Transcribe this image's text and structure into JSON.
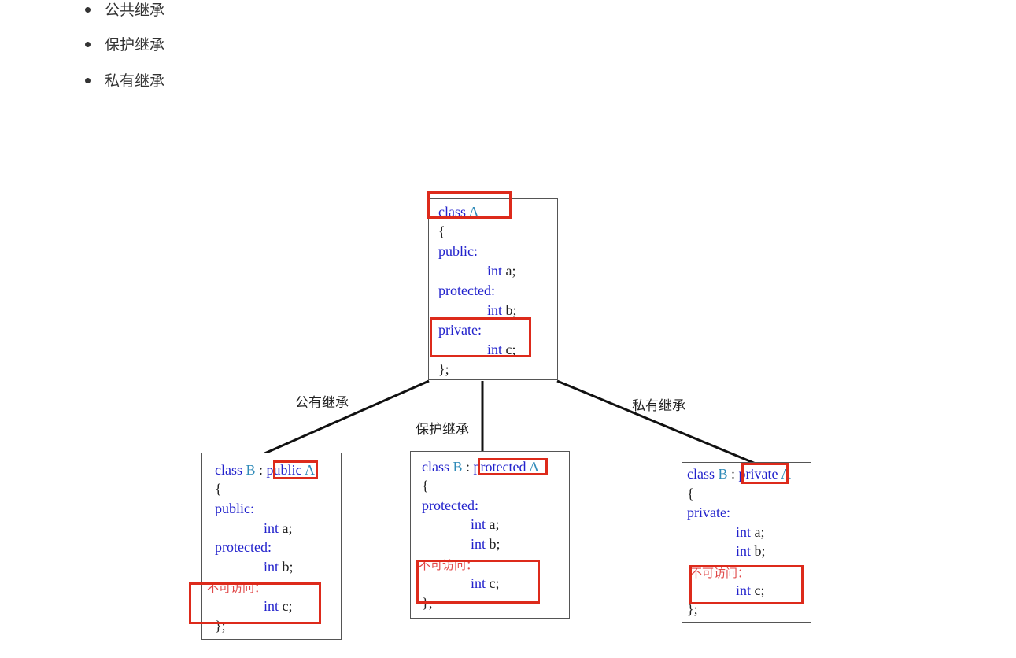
{
  "bullets": [
    "公共继承",
    "保护继承",
    "私有继承"
  ],
  "edge_labels": {
    "public": "公有继承",
    "protected": "保护继承",
    "private": "私有继承"
  },
  "class_a": {
    "kw_class": "class",
    "name": "A",
    "open": "{",
    "public_label": "public:",
    "int_kw_a": "int",
    "var_a": "a;",
    "protected_label": "protected:",
    "int_kw_b": "int",
    "var_b": "b;",
    "private_label": "private:",
    "int_kw_c": "int",
    "var_c": "c;",
    "close": "};"
  },
  "class_b_public": {
    "kw_class": "class",
    "name": "B",
    "colon": ":",
    "mode": "public",
    "base": "A",
    "open": "{",
    "s1_label": "public:",
    "int_kw_a": "int",
    "var_a": "a;",
    "s2_label": "protected:",
    "int_kw_b": "int",
    "var_b": "b;",
    "na_label": "不可访问：",
    "int_kw_c": "int",
    "var_c": "c;",
    "close": "};"
  },
  "class_b_protected": {
    "kw_class": "class",
    "name": "B",
    "colon": ":",
    "mode": "protected",
    "base": "A",
    "open": "{",
    "s1_label": "protected:",
    "int_kw_a": "int",
    "var_a": "a;",
    "int_kw_b": "int",
    "var_b": "b;",
    "na_label": "不可访问：",
    "int_kw_c": "int",
    "var_c": "c;",
    "close": "};"
  },
  "class_b_private": {
    "kw_class": "class",
    "name": "B",
    "colon": ":",
    "mode": "private",
    "base": "A",
    "open": "{",
    "s1_label": "private:",
    "int_kw_a": "int",
    "var_a": "a;",
    "int_kw_b": "int",
    "var_b": "b;",
    "na_label": "不可访问：",
    "int_kw_c": "int",
    "var_c": "c;",
    "close": "};"
  },
  "colors": {
    "keyword": "#2222cc",
    "identifier": "#2e8ab8",
    "inaccessible": "#e04848",
    "highlight": "#dd2a1b"
  }
}
